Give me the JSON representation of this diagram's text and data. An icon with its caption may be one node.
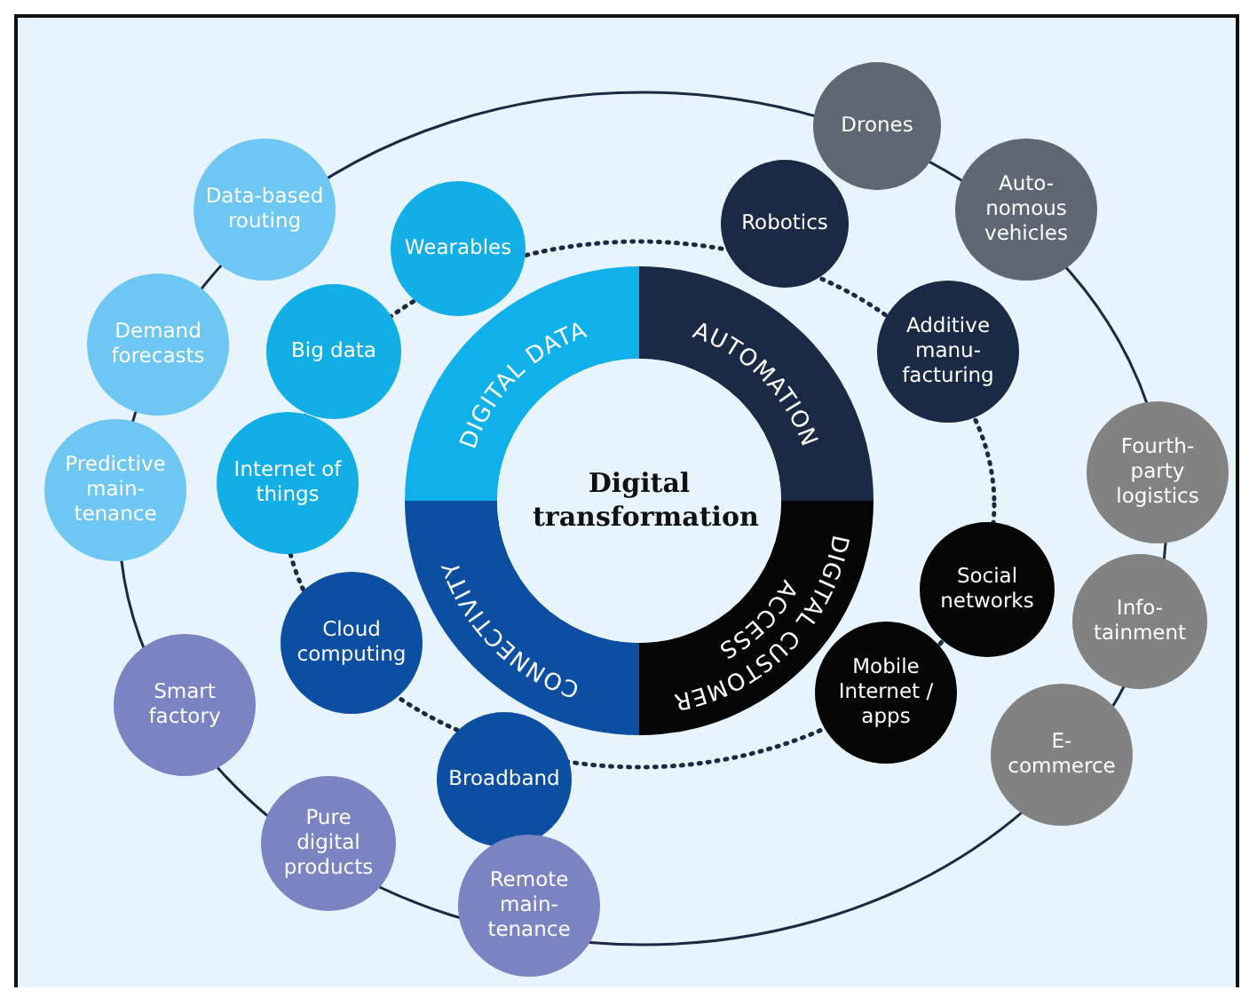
{
  "diagram": {
    "nodes": [
      {
        "text": [
          "Digital transformation"
        ]
      },
      {
        "text": [
          "DIGITAL DATA"
        ]
      },
      {
        "text": [
          "AUTOMATION"
        ]
      },
      {
        "text": [
          "DIGITAL CUSTOMER ACCESS"
        ]
      },
      {
        "text": [
          "CONNECTIVITY"
        ]
      },
      {
        "text": [
          "Wearables"
        ]
      },
      {
        "text": [
          "Robotics"
        ]
      },
      {
        "text": [
          "Big data"
        ]
      },
      {
        "text": [
          "Additive manu-facturing"
        ]
      },
      {
        "text": [
          "Internet of things"
        ]
      },
      {
        "text": [
          "Social networks"
        ]
      },
      {
        "text": [
          "Cloud computing"
        ]
      },
      {
        "text": [
          "Mobile Internet / apps"
        ]
      },
      {
        "text": [
          "Broadband"
        ]
      },
      {
        "text": [
          "Drones"
        ]
      },
      {
        "text": [
          "Data-based routing"
        ]
      },
      {
        "text": [
          "Auto-nomous vehicles"
        ]
      },
      {
        "text": [
          "Demand forecasts"
        ]
      },
      {
        "text": [
          "Fourth-party logistics"
        ]
      },
      {
        "text": [
          "Predictive main-tenance"
        ]
      },
      {
        "text": [
          "Info-tainment"
        ]
      },
      {
        "text": [
          "Smart factory"
        ]
      },
      {
        "text": [
          "E-commerce"
        ]
      },
      {
        "text": [
          "Pure digital products"
        ]
      },
      {
        "text": [
          "Remote main-tenance"
        ]
      }
    ]
  }
}
